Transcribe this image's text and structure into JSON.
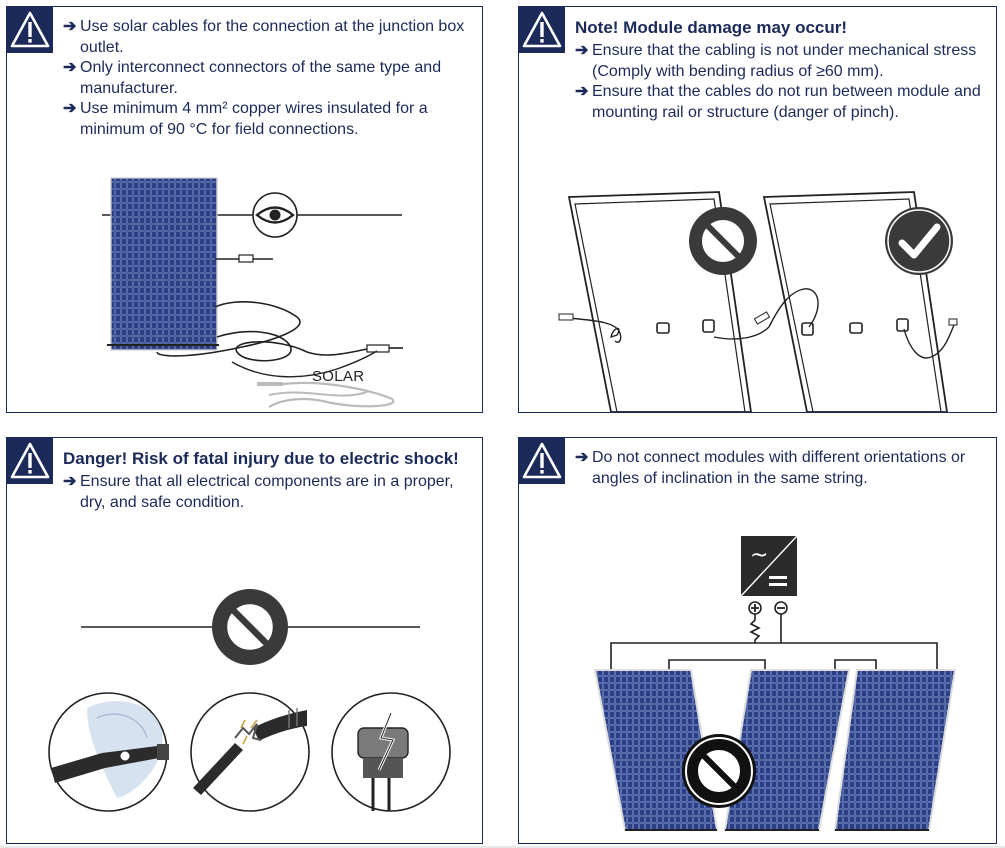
{
  "panels": {
    "top_left": {
      "bullets": [
        "Use solar cables for the connection at the junction box outlet.",
        "Only interconnect connectors of the same type and manufacturer.",
        "Use minimum 4 mm² copper wires insulated for a minimum of 90 °C for field connections."
      ],
      "solar_label": "SOLAR",
      "icons": [
        "warning-icon",
        "eye-icon"
      ]
    },
    "top_right": {
      "heading": "Note! Module damage may occur!",
      "bullets": [
        "Ensure that the cabling is not under mechanical stress (Comply with bending radius of ≥60 mm).",
        "Ensure that the cables do not run between module and mounting rail or structure (danger of pinch)."
      ],
      "icons": [
        "warning-icon",
        "prohibited-icon",
        "checkmark-icon"
      ]
    },
    "bottom_left": {
      "heading": "Danger! Risk of fatal injury due to electric shock!",
      "bullets": [
        "Ensure that all electrical components are in a proper, dry, and safe condition."
      ],
      "icons": [
        "warning-icon",
        "prohibited-icon",
        "wet-connector-icon",
        "damaged-cable-icon",
        "broken-junction-box-icon"
      ]
    },
    "bottom_right": {
      "bullets": [
        "Do not connect modules with different orientations or angles of inclination in the same string."
      ],
      "icons": [
        "warning-icon",
        "inverter-icon",
        "prohibited-icon"
      ]
    }
  },
  "colors": {
    "navy": "#1c2a5a",
    "dark_gray": "#333333",
    "panel_blue": "#2a3f86"
  }
}
